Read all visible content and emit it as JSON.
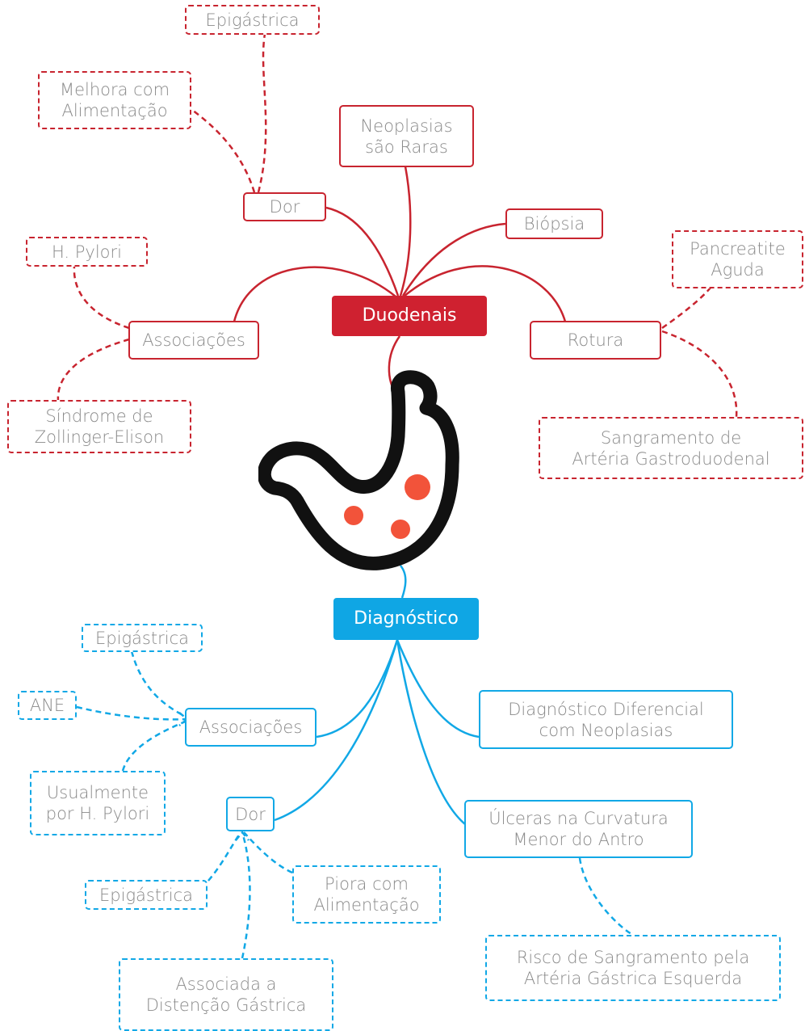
{
  "colors": {
    "red": "#cf2130",
    "blue": "#0fa6e4",
    "text": "#8a8a8a",
    "stomach": "#111111",
    "ulcer": "#f2533a"
  },
  "icon": "stomach-icon",
  "duodenais": {
    "root": "Duodenais",
    "dor": "Dor",
    "epigastrica": "Epigástrica",
    "melhora": "Melhora com\nAlimentação",
    "neoplasias": "Neoplasias\nsão  Raras",
    "biopsia": "Biópsia",
    "associacoes": "Associações",
    "hpylori": "H. Pylori",
    "zollinger": "Síndrome de\nZollinger-Elison",
    "rotura": "Rotura",
    "pancreatite": "Pancreatite\nAguda",
    "sangramento": "Sangramento de\nArtéria  Gastroduodenal"
  },
  "diagnostico": {
    "root": "Diagnóstico",
    "associacoes": "Associações",
    "epigastrica1": "Epigástrica",
    "ane": "ANE",
    "usualmente": "Usualmente\npor H. Pylori",
    "dor": "Dor",
    "epigastrica2": "Epigástrica",
    "piora": "Piora com\nAlimentação",
    "associada": "Associada  a\nDistenção  Gástrica",
    "diferencial": "Diagnóstico Diferencial\ncom  Neoplasias",
    "ulceras": "Úlceras na  Curvatura\nMenor do Antro",
    "risco": "Risco de  Sangramento  pela\nArtéria Gástrica Esquerda"
  }
}
